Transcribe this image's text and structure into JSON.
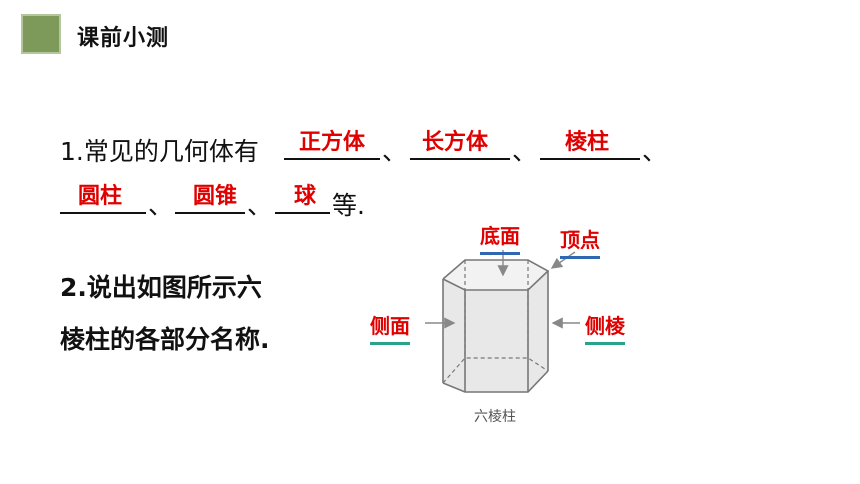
{
  "header": {
    "title": "课前小测"
  },
  "q1": {
    "prefix": "1.常见的几何体有",
    "sep": "、",
    "suffix": "等.",
    "answers": [
      "正方体",
      "长方体",
      "棱柱",
      "圆柱",
      "圆锥",
      "球"
    ]
  },
  "q2": {
    "line1": "2.说出如图所示六",
    "line2": "棱柱的各部分名称."
  },
  "figure": {
    "labels": {
      "base": "底面",
      "vertex": "顶点",
      "face": "侧面",
      "edge": "侧棱"
    },
    "caption": "六棱柱",
    "colors": {
      "red": "#e00000",
      "blue": "#2f67b1",
      "green": "#2aa38a"
    }
  }
}
